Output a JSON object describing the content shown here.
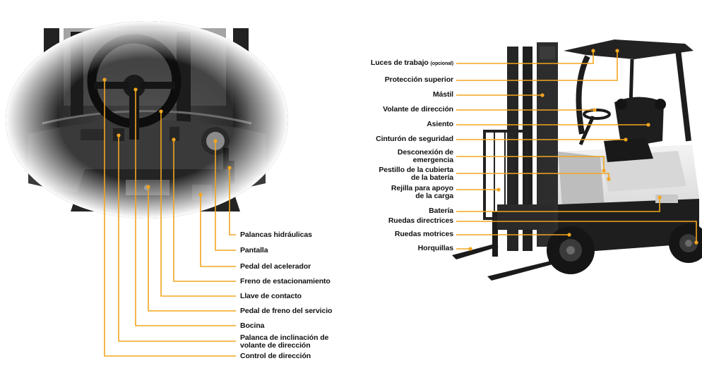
{
  "colors": {
    "leader": "#f2a51f",
    "text": "#111111",
    "machine": "#2a2a2a",
    "body": "#e6e6e6"
  },
  "cabin_labels": [
    {
      "text": "Palancas hidráulicas"
    },
    {
      "text": "Pantalla"
    },
    {
      "text": "Pedal del acelerador"
    },
    {
      "text": "Freno de estacionamiento"
    },
    {
      "text": "Llave de contacto"
    },
    {
      "text": "Pedal de freno del servicio"
    },
    {
      "text": "Bocina"
    },
    {
      "text": "Palanca de inclinación de",
      "text2": "volante de dirección"
    },
    {
      "text": "Control de dirección"
    }
  ],
  "truck_labels": [
    {
      "text": "Luces de trabajo",
      "note": "(opcional)"
    },
    {
      "text": "Protección superior"
    },
    {
      "text": "Mástil"
    },
    {
      "text": "Volante de dirección"
    },
    {
      "text": "Asiento"
    },
    {
      "text": "Cinturón de seguridad"
    },
    {
      "text": "Desconexión de",
      "text2": "emergencia"
    },
    {
      "text": "Pestillo de la cubierta",
      "text2": "de la batería"
    },
    {
      "text": "Rejilla para apoyo",
      "text2": "de la carga"
    },
    {
      "text": "Batería"
    },
    {
      "text": "Ruedas directrices"
    },
    {
      "text": "Ruedas motrices"
    },
    {
      "text": "Horquillas"
    }
  ],
  "icons": [
    "steering-wheel-icon",
    "forklift-icon"
  ]
}
